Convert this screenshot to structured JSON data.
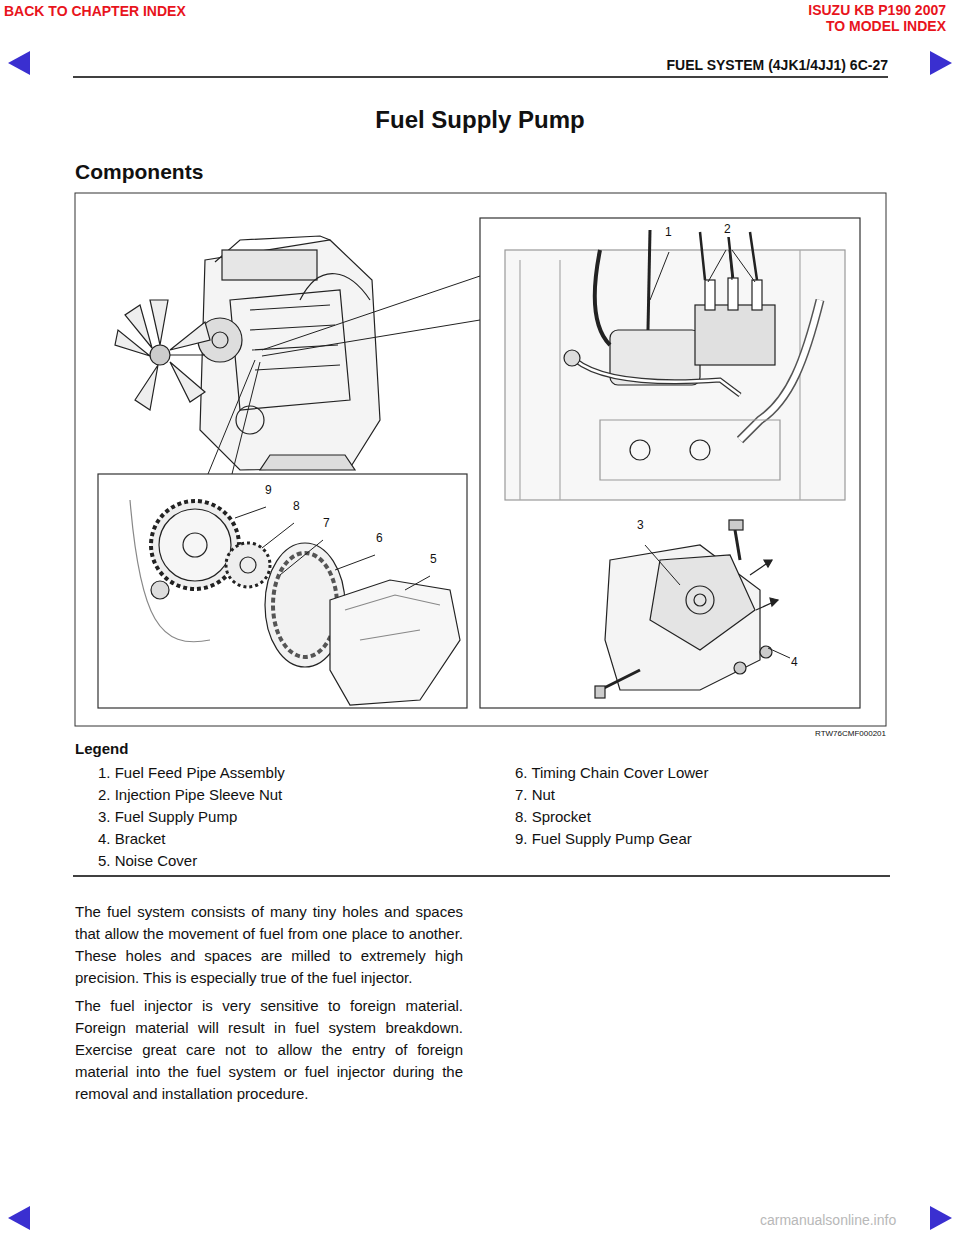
{
  "diagram": {
    "title": "Fuel Supply Pump",
    "labels": [
      "BACK TO CHAPTER INDEX",
      "ISUZU KB P190 2007",
      "TO MODEL INDEX",
      "FUEL SYSTEM (4JK1/4JJ1)  6C-27",
      "Components",
      "1",
      "2",
      "3",
      "4",
      "9",
      "8",
      "7",
      "6",
      "5",
      "RTW76CMF000201",
      "Legend",
      "1. Fuel Feed Pipe Assembly",
      "2. Injection Pipe Sleeve Nut",
      "3. Fuel Supply Pump",
      "4. Bracket",
      "5. Noise Cover",
      "6. Timing Chain Cover Lower",
      "7. Nut",
      "8. Sprocket",
      "9. Fuel Supply Pump Gear",
      "The fuel system consists of many tiny holes and spaces that allow the movement of fuel from one place to another. These holes and spaces are milled to extremely high precision. This is especially true of the fuel injector.",
      "The fuel injector is very sensitive to foreign material. Foreign material will result in fuel system breakdown. Exercise great care not to allow the entry of foreign material into the fuel system or fuel injector during the removal and installation procedure.",
      "carmanualsonline.info"
    ]
  }
}
